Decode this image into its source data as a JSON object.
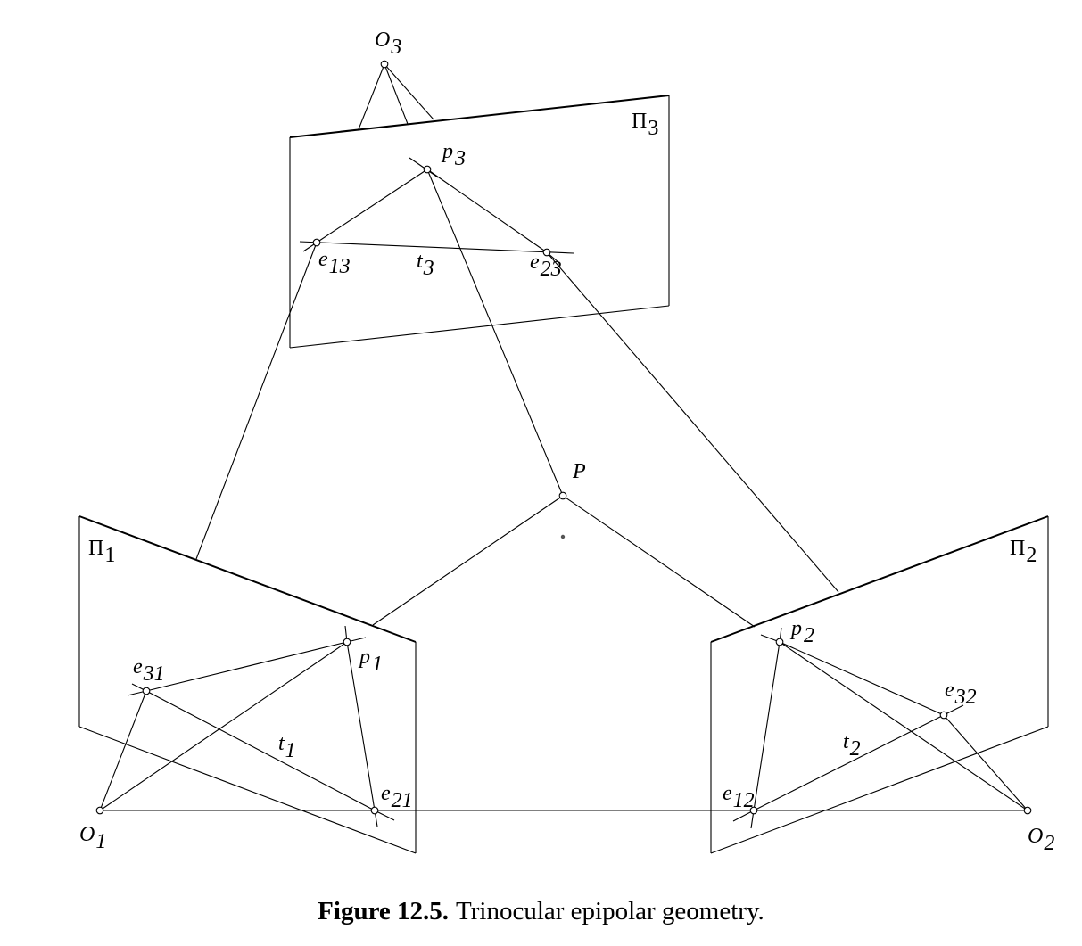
{
  "labels": {
    "O3": {
      "base": "O",
      "sub": "3"
    },
    "O1": {
      "base": "O",
      "sub": "1"
    },
    "O2": {
      "base": "O",
      "sub": "2"
    },
    "P": {
      "base": "P",
      "sub": ""
    },
    "p1": {
      "base": "p",
      "sub": "1"
    },
    "p2": {
      "base": "p",
      "sub": "2"
    },
    "p3": {
      "base": "p",
      "sub": "3"
    },
    "e13": {
      "base": "e",
      "sub": "13"
    },
    "e23": {
      "base": "e",
      "sub": "23"
    },
    "e31": {
      "base": "e",
      "sub": "31"
    },
    "e21": {
      "base": "e",
      "sub": "21"
    },
    "e12": {
      "base": "e",
      "sub": "12"
    },
    "e32": {
      "base": "e",
      "sub": "32"
    },
    "t1": {
      "base": "t",
      "sub": "1"
    },
    "t2": {
      "base": "t",
      "sub": "2"
    },
    "t3": {
      "base": "t",
      "sub": "3"
    },
    "pi1": {
      "base": "Π",
      "sub": "1"
    },
    "pi2": {
      "base": "Π",
      "sub": "2"
    },
    "pi3": {
      "base": "Π",
      "sub": "3"
    }
  },
  "caption": {
    "number": "Figure 12.5.",
    "text": "Trinocular epipolar geometry."
  }
}
